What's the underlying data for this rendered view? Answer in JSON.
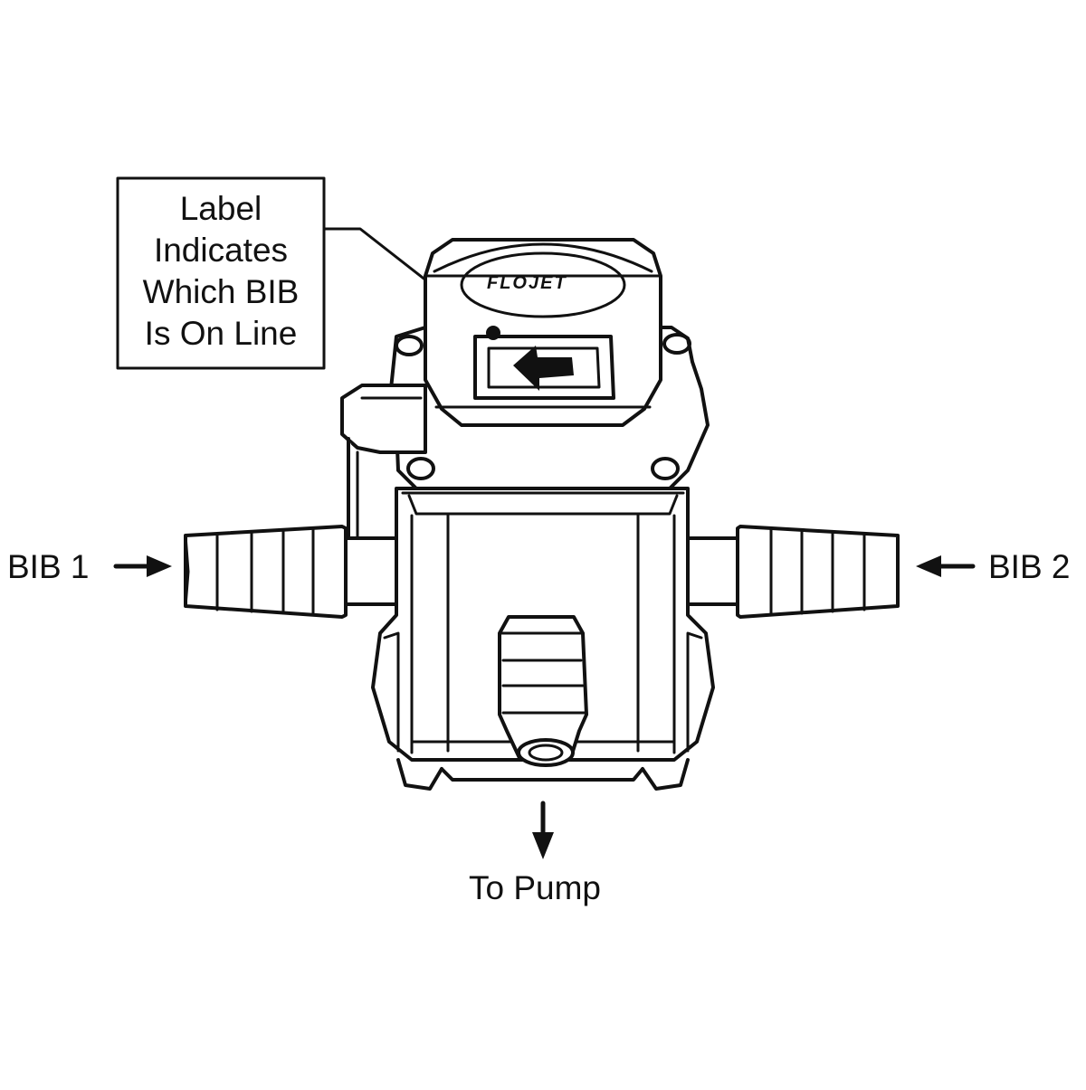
{
  "callout": {
    "lines": [
      "Label",
      "Indicates",
      "Which BIB",
      "Is On Line"
    ]
  },
  "labels": {
    "bib1": "BIB 1",
    "bib2": "BIB 2",
    "to_pump": "To Pump"
  },
  "brand": "FLOJET",
  "colors": {
    "line": "#111111",
    "background": "#ffffff"
  },
  "icons": {
    "indicator": "left-arrow-icon",
    "inlet_arrows": "right-arrow-icon",
    "outlet_arrow": "down-arrow-icon"
  }
}
